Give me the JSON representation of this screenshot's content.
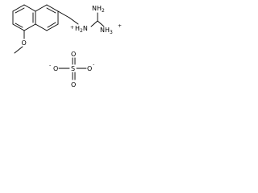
{
  "molecule": {
    "cation": {
      "methoxy": "O",
      "ammonium_left": {
        "symbol": "H",
        "subscript": "2",
        "suffix": "N",
        "charge": "+"
      },
      "amine": {
        "symbol": "NH",
        "subscript": "2"
      },
      "ammonium_right": {
        "symbol": "NH",
        "subscript": "3",
        "charge": "+"
      }
    },
    "anion": {
      "center": "S",
      "oxygens": [
        "O",
        "O",
        "O",
        "O"
      ],
      "charges": [
        "-",
        "-"
      ]
    }
  }
}
